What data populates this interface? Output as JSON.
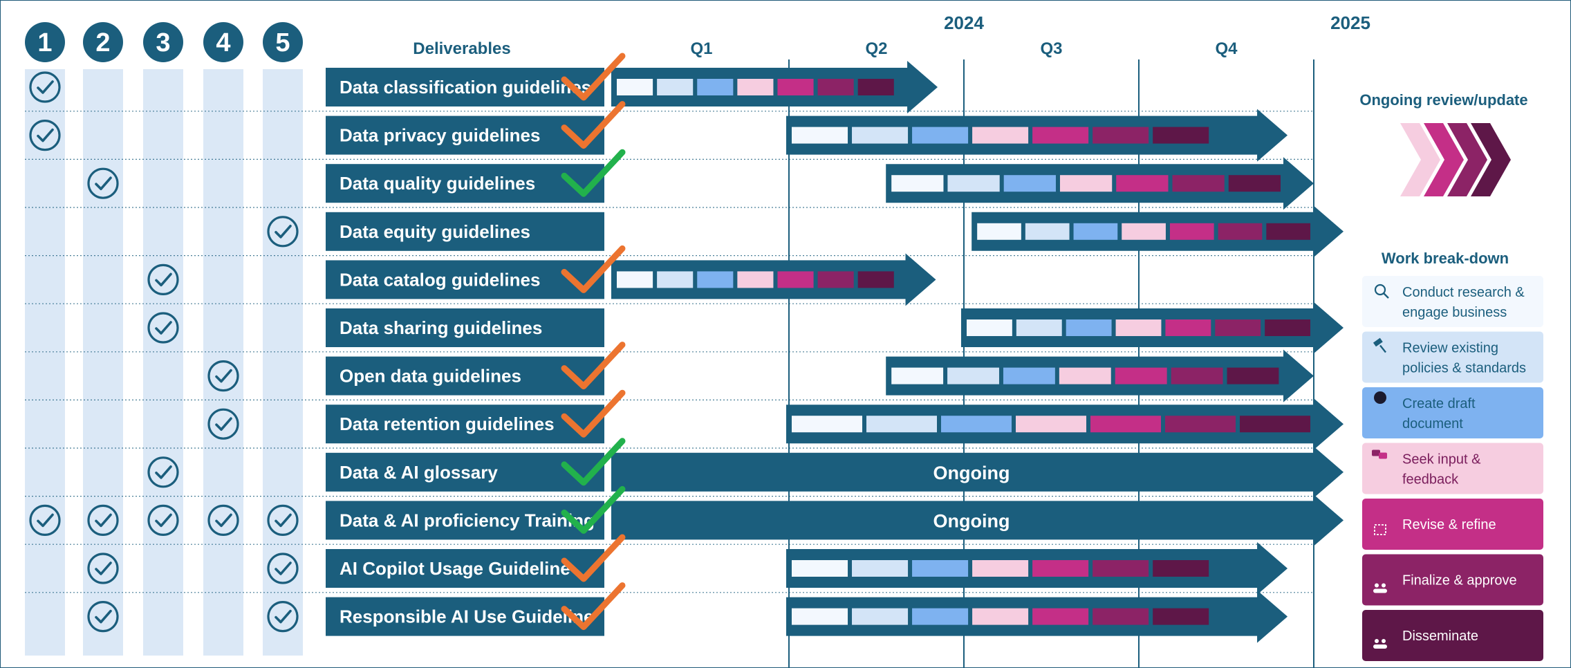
{
  "colors": {
    "primary": "#1b5e7d",
    "column_band": "#dbe8f6",
    "stage": [
      "#f3f8fe",
      "#d3e4f7",
      "#7eb2f0",
      "#f6cde0",
      "#c42f87",
      "#8c2366",
      "#5e1748"
    ],
    "check_orange": "#ec7430",
    "check_green": "#22b14c"
  },
  "columns": [
    "1",
    "2",
    "3",
    "4",
    "5"
  ],
  "headers": {
    "deliverables": "Deliverables",
    "year_2024": "2024",
    "year_2025": "2025",
    "quarters": [
      "Q1",
      "Q2",
      "Q3",
      "Q4"
    ]
  },
  "deliverables": [
    {
      "label": "Data classification guidelines",
      "columns": [
        1
      ],
      "status": "orange",
      "start": 0.0,
      "end": 1.6,
      "kind": "stages",
      "arrow_end": 1.85
    },
    {
      "label": "Data privacy guidelines",
      "columns": [
        1
      ],
      "status": "orange",
      "start": 1.0,
      "end": 3.4,
      "kind": "stages",
      "arrow_end": 3.85
    },
    {
      "label": "Data quality guidelines",
      "columns": [
        2
      ],
      "status": "green",
      "start": 1.57,
      "end": 3.85,
      "kind": "stages",
      "arrow_end": 4.0
    },
    {
      "label": "Data equity guidelines",
      "columns": [
        5
      ],
      "status": null,
      "start": 2.06,
      "end": 4.0,
      "kind": "stages",
      "arrow_end": 4.17
    },
    {
      "label": "Data catalog guidelines",
      "columns": [
        3
      ],
      "status": "orange",
      "start": 0.0,
      "end": 1.6,
      "kind": "stages",
      "arrow_end": 1.84
    },
    {
      "label": "Data sharing guidelines",
      "columns": [
        3
      ],
      "status": null,
      "start": 2.0,
      "end": 4.0,
      "kind": "stages",
      "arrow_end": 4.17
    },
    {
      "label": "Open data guidelines",
      "columns": [
        4
      ],
      "status": "orange",
      "start": 1.57,
      "end": 3.8,
      "kind": "stages",
      "arrow_end": 4.0
    },
    {
      "label": "Data retention guidelines",
      "columns": [
        4
      ],
      "status": "orange",
      "start": 1.0,
      "end": 4.0,
      "kind": "stages",
      "arrow_end": 4.17
    },
    {
      "label": "Data & AI glossary",
      "columns": [
        3
      ],
      "status": "green",
      "start": 0.0,
      "end": 4.0,
      "kind": "ongoing",
      "arrow_end": 4.17,
      "text": "Ongoing"
    },
    {
      "label": "Data & AI proficiency Training",
      "columns": [
        1,
        2,
        3,
        4,
        5
      ],
      "status": "green",
      "start": 0.0,
      "end": 4.0,
      "kind": "ongoing",
      "arrow_end": 4.17,
      "text": "Ongoing"
    },
    {
      "label": "AI Copilot Usage Guideline",
      "columns": [
        2,
        5
      ],
      "status": "orange",
      "start": 1.0,
      "end": 3.4,
      "kind": "stages",
      "arrow_end": 3.85
    },
    {
      "label": "Responsible AI Use Guideline",
      "columns": [
        2,
        5
      ],
      "status": "orange",
      "start": 1.0,
      "end": 3.4,
      "kind": "stages",
      "arrow_end": 3.85
    }
  ],
  "ongoing_review": {
    "title": "Ongoing review/update"
  },
  "work_breakdown": {
    "title": "Work break-down",
    "items": [
      {
        "lines": [
          "Conduct research &",
          "engage business"
        ],
        "icon": "magnifier-icon"
      },
      {
        "lines": [
          "Review existing",
          "policies & standards"
        ],
        "icon": "gavel-icon"
      },
      {
        "lines": [
          "Create draft",
          "document"
        ],
        "icon": "head-gear-icon"
      },
      {
        "lines": [
          "Seek input &",
          "feedback"
        ],
        "icon": "chat-bubbles-icon"
      },
      {
        "lines": [
          "Revise & refine"
        ],
        "icon": "flow-icon"
      },
      {
        "lines": [
          "Finalize & approve"
        ],
        "icon": "team-icon"
      },
      {
        "lines": [
          "Disseminate"
        ],
        "icon": "people-icon"
      }
    ]
  }
}
